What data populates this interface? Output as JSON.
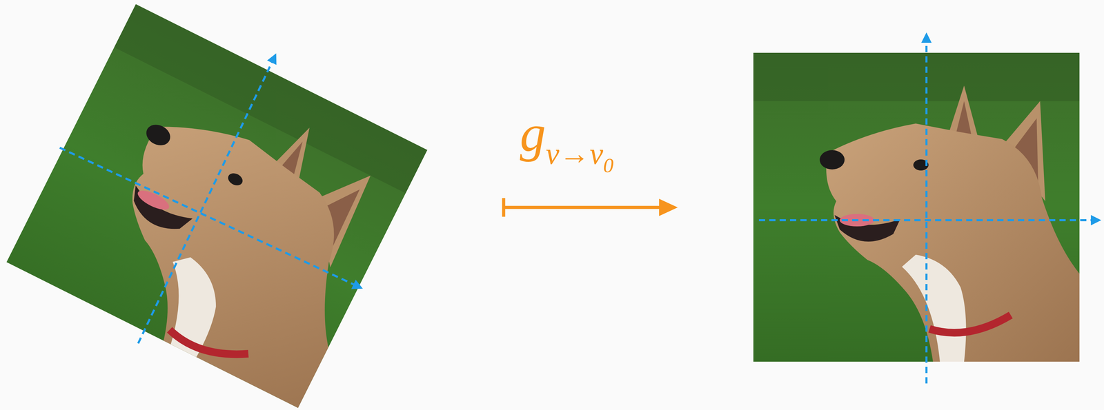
{
  "diagram": {
    "labels": [
      "g",
      "ν→ν",
      "0"
    ]
  }
}
